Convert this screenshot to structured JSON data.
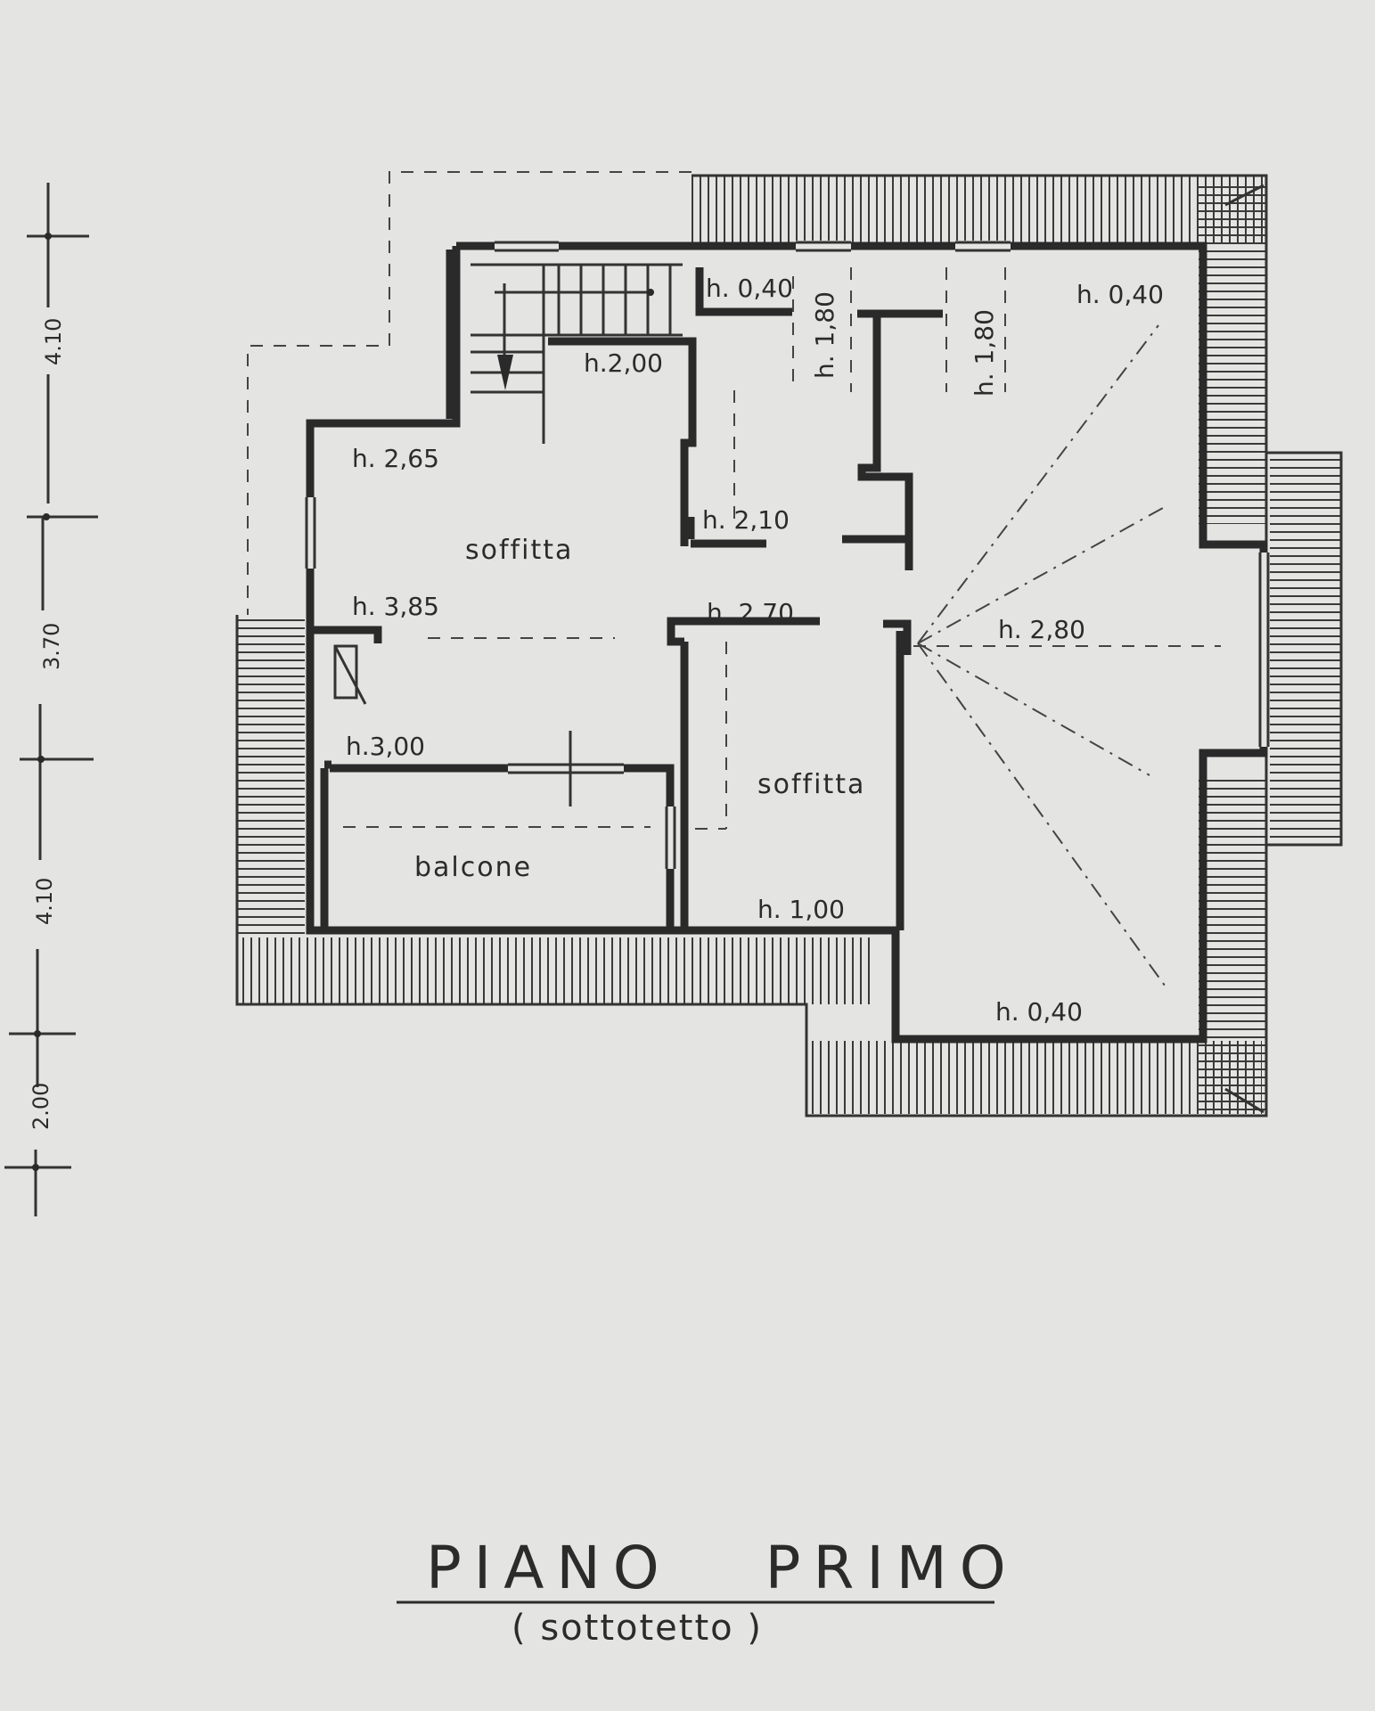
{
  "plan": {
    "title": "PIANO   PRIMO",
    "subtitle": "( sottotetto )",
    "dimensions": [
      "4.10",
      "3.70",
      "4.10",
      "2.00"
    ],
    "rooms": {
      "soffitta_main": "soffitta",
      "soffitta_second": "soffitta",
      "balcone": "balcone"
    },
    "heights": {
      "h_0_40_top_small": "h. 0,40",
      "h_0_40_top_right": "h. 0,40",
      "h_1_80_a": "h. 1,80",
      "h_1_80_b": "h. 1,80",
      "h_2_00": "h.2,00",
      "h_2_65": "h. 2,65",
      "h_2_10": "h. 2,10",
      "h_3_85": "h. 3,85",
      "h_2_70": "h. 2,70",
      "h_2_80": "h. 2,80",
      "h_3_00": "h.3,00",
      "h_1_00": "h. 1,00",
      "h_0_40_bottom": "h. 0,40"
    }
  }
}
